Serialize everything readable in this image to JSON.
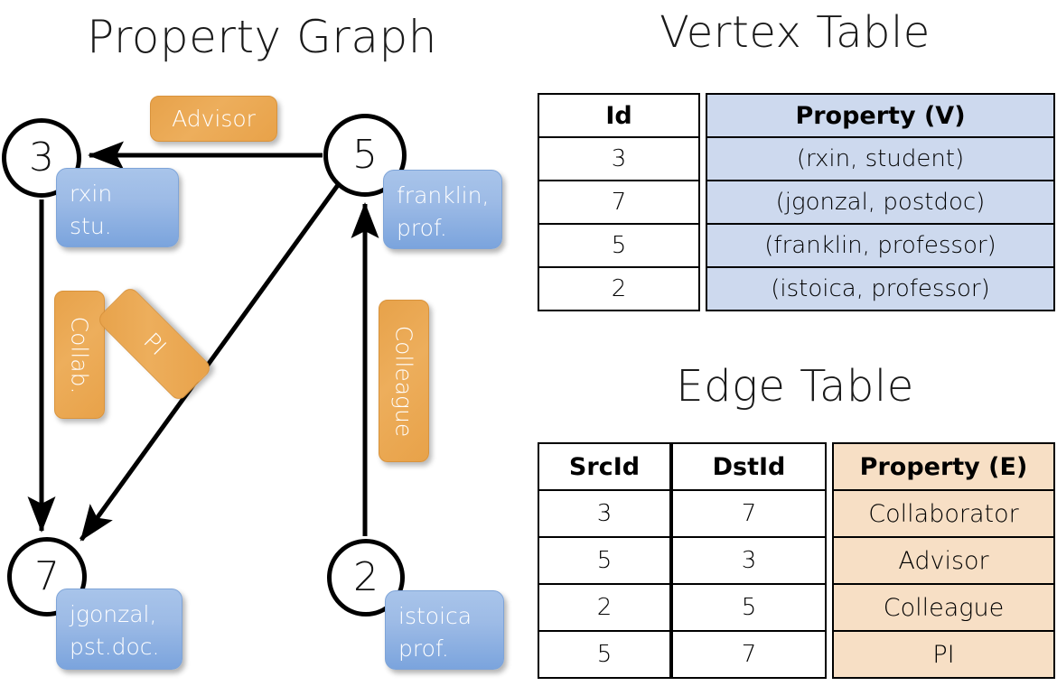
{
  "titles": {
    "property_graph": "Property Graph",
    "vertex_table": "Vertex Table",
    "edge_table": "Edge Table"
  },
  "graph": {
    "vertices": [
      {
        "id": "3",
        "name": "rxin",
        "role": "stu."
      },
      {
        "id": "5",
        "name": "franklin,",
        "role": "prof."
      },
      {
        "id": "7",
        "name": "jgonzal,",
        "role": "pst.doc."
      },
      {
        "id": "2",
        "name": "istoica",
        "role": "prof."
      }
    ],
    "edge_labels": {
      "advisor": "Advisor",
      "collab": "Collab.",
      "pi": "PI",
      "colleague": "Colleague"
    }
  },
  "vertex_table": {
    "headers": {
      "id": "Id",
      "property": "Property (V)"
    },
    "rows": [
      {
        "id": "3",
        "property": "(rxin, student)"
      },
      {
        "id": "7",
        "property": "(jgonzal, postdoc)"
      },
      {
        "id": "5",
        "property": "(franklin, professor)"
      },
      {
        "id": "2",
        "property": "(istoica, professor)"
      }
    ]
  },
  "edge_table": {
    "headers": {
      "src": "SrcId",
      "dst": "DstId",
      "property": "Property (E)"
    },
    "rows": [
      {
        "src": "3",
        "dst": "7",
        "property": "Collaborator"
      },
      {
        "src": "5",
        "dst": "3",
        "property": "Advisor"
      },
      {
        "src": "2",
        "dst": "5",
        "property": "Colleague"
      },
      {
        "src": "5",
        "dst": "7",
        "property": "PI"
      }
    ]
  },
  "colors": {
    "vertex_property_fill": "#cdd9ee",
    "edge_property_fill": "#f7dfc5",
    "node_box_blue": "#9dbbe6",
    "edge_label_orange": "#e8a249",
    "stroke": "#000000"
  }
}
